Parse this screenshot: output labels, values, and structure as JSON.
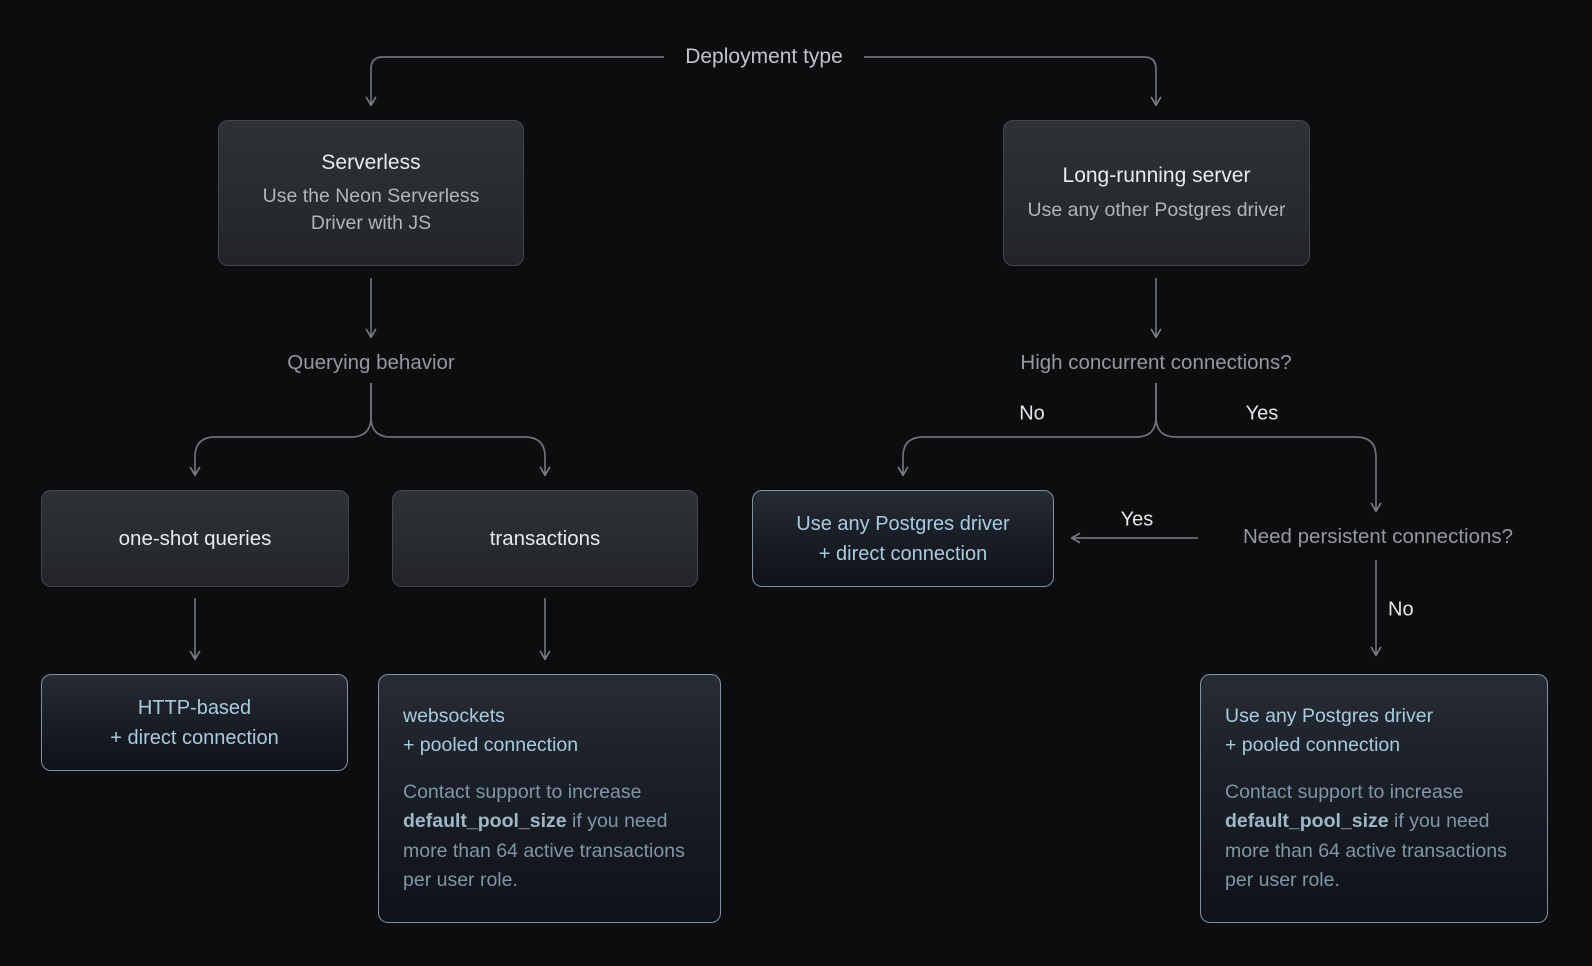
{
  "colors": {
    "background": "#0c0d0e",
    "connector_line": "#6e7176",
    "node_background_top": "#2e3135",
    "node_background_bottom": "#222428",
    "node_border": "#43474c",
    "node_title_text": "#e9ebed",
    "node_subtitle_text": "#b1b5ba",
    "question_label_text": "#95989d",
    "edge_label_text": "#e3e5e8",
    "result_border": "#7d92a5",
    "result_title_text": "#a7cce1",
    "result_note_text": "#7e97a7"
  },
  "root": {
    "label": "Deployment type"
  },
  "serverless_branch": {
    "node": {
      "title": "Serverless",
      "subtitle": "Use the Neon Serverless Driver with JS"
    },
    "question": "Querying behavior",
    "one_shot": {
      "label": "one-shot queries",
      "result_line1": "HTTP-based",
      "result_line2": "+ direct connection"
    },
    "transactions": {
      "label": "transactions",
      "result_line1": "websockets",
      "result_line2": "+ pooled connection",
      "note_prefix": "Contact support to increase ",
      "note_code": "default_pool_size",
      "note_suffix": " if you need more than 64 active transactions per user role."
    }
  },
  "long_running_branch": {
    "node": {
      "title": "Long-running server",
      "subtitle": "Use any other Postgres driver"
    },
    "question": "High concurrent connections?",
    "no_label": "No",
    "yes_label": "Yes",
    "direct_result": {
      "line1": "Use any Postgres driver",
      "line2": "+ direct connection"
    },
    "persistent_question": "Need persistent connections?",
    "persistent_yes_label": "Yes",
    "persistent_no_label": "No",
    "pooled_result": {
      "line1": "Use any Postgres driver",
      "line2": "+ pooled connection",
      "note_prefix": "Contact support to increase ",
      "note_code": "default_pool_size",
      "note_suffix": " if you need more than 64 active transactions per user role."
    }
  }
}
